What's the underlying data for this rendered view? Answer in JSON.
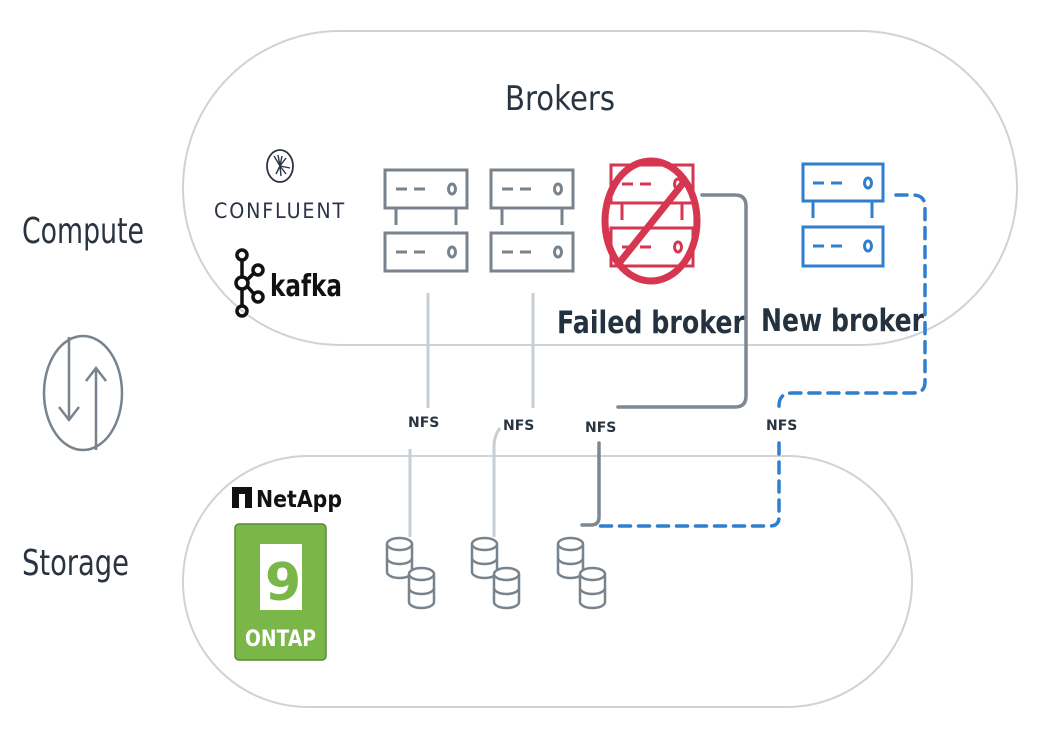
{
  "labels": {
    "compute": "Compute",
    "storage": "Storage",
    "brokers_title": "Brokers",
    "failed_broker": "Failed broker",
    "new_broker": "New broker"
  },
  "logos": {
    "confluent": "CONFLUENT",
    "kafka": "kafka",
    "netapp": "NetApp",
    "ontap_version": "9",
    "ontap": "ONTAP"
  },
  "connections": [
    {
      "label": "NFS",
      "from": "broker-1",
      "to": "volume-1",
      "style": "solid"
    },
    {
      "label": "NFS",
      "from": "broker-2",
      "to": "volume-2",
      "style": "solid"
    },
    {
      "label": "NFS",
      "from": "failed-broker",
      "to": "volume-3",
      "style": "solid"
    },
    {
      "label": "NFS",
      "from": "new-broker",
      "to": "volume-3",
      "style": "dashed"
    }
  ],
  "icons": {
    "swap": "bidirectional-arrows-icon",
    "server": "server-icon",
    "failed_server": "prohibited-server-icon",
    "database": "database-icon"
  },
  "colors": {
    "container_stroke": "#cdd3d9",
    "server_gray": "#78838d",
    "failed_red": "#d6364f",
    "new_blue": "#2f7fce",
    "text_dark": "#2a3440",
    "ontap_green": "#7ab648",
    "nfs_line_light": "#c6ced6"
  }
}
